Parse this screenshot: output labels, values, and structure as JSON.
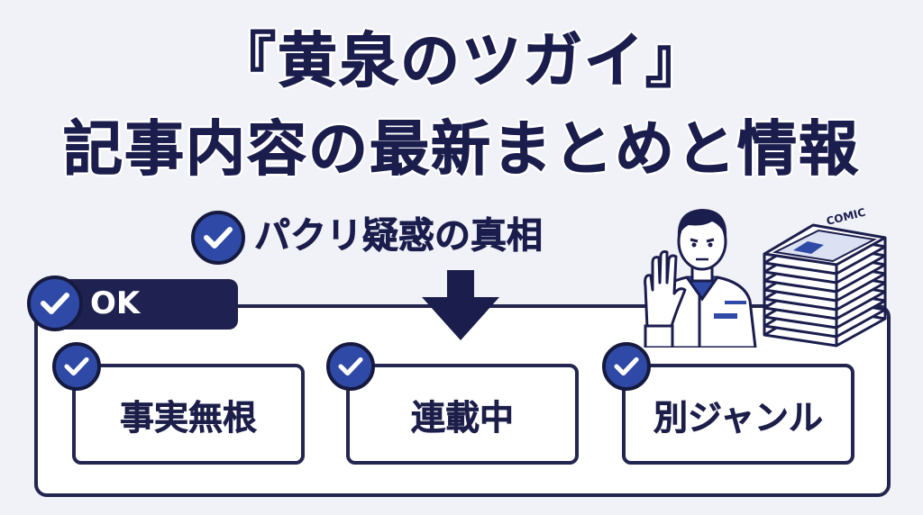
{
  "title": {
    "line1": "『黄泉のツガイ』",
    "line2": "記事内容の最新まとめと情報"
  },
  "subtitle": "パクリ疑惑の真相",
  "ok_label": "OK",
  "cards": [
    "事実無根",
    "連載中",
    "別ジャンル"
  ],
  "illustration": {
    "comic_label": "COMIC",
    "person": "stop-gesture-person",
    "stack": "comic-stack"
  },
  "colors": {
    "navy": "#1f2150",
    "check_blue": "#2f4aa6",
    "background": "#f1f2f8"
  }
}
